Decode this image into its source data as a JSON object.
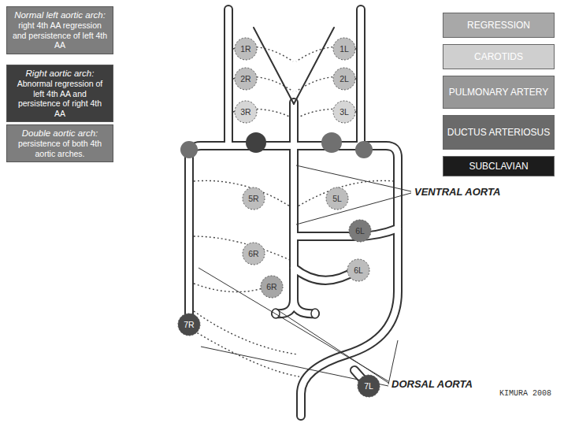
{
  "diagram": {
    "nodes": [
      {
        "text": [
          "Normal left aortic arch:",
          "right 4th AA regression and persistence of left 4th AA"
        ]
      },
      {
        "text": [
          "Right aortic arch:",
          "Abnormal regression of left 4th AA and persistence of right 4th AA"
        ]
      },
      {
        "text": [
          "Double aortic arch:",
          "persistence of both 4th aortic arches."
        ]
      },
      {
        "text": [
          "1R"
        ]
      },
      {
        "text": [
          "1L"
        ]
      },
      {
        "text": [
          "2R"
        ]
      },
      {
        "text": [
          "2L"
        ]
      },
      {
        "text": [
          "3R"
        ]
      },
      {
        "text": [
          "3L"
        ]
      },
      {
        "text": [
          "5R"
        ]
      },
      {
        "text": [
          "5L"
        ]
      },
      {
        "text": [
          "6L"
        ]
      },
      {
        "text": [
          "6R"
        ]
      },
      {
        "text": [
          "6L"
        ]
      },
      {
        "text": [
          "6R"
        ]
      },
      {
        "text": [
          "7R"
        ]
      },
      {
        "text": [
          "7L"
        ]
      }
    ],
    "labels": [
      "VENTRAL AORTA",
      "DORSAL AORTA",
      "KIMURA 2008"
    ],
    "legend": [
      {
        "text": "REGRESSION",
        "color": "#a8a8a8"
      },
      {
        "text": "CAROTIDS",
        "color": "#cfcfcf"
      },
      {
        "text": "PULMONARY ARTERY",
        "color": "#979797"
      },
      {
        "text": "DUCTUS ARTERIOSUS",
        "color": "#6a6a6a"
      },
      {
        "text": "SUBCLAVIAN",
        "color": "#1c1c1c"
      }
    ]
  }
}
